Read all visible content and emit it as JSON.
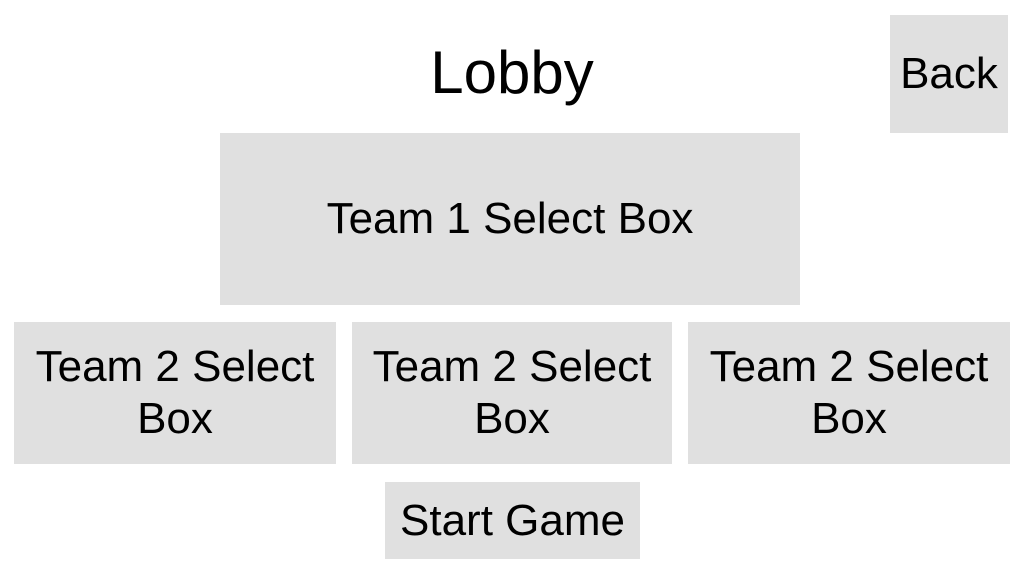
{
  "colors": {
    "background": "#ffffff",
    "box_bg": "#e0e0e0",
    "text": "#000000"
  },
  "header": {
    "title": "Lobby",
    "back_label": "Back"
  },
  "team1": {
    "label": "Team 1 Select Box"
  },
  "team2_boxes": [
    {
      "label": "Team 2 Select Box"
    },
    {
      "label": "Team 2 Select Box"
    },
    {
      "label": "Team 2 Select Box"
    }
  ],
  "footer": {
    "start_label": "Start Game"
  }
}
